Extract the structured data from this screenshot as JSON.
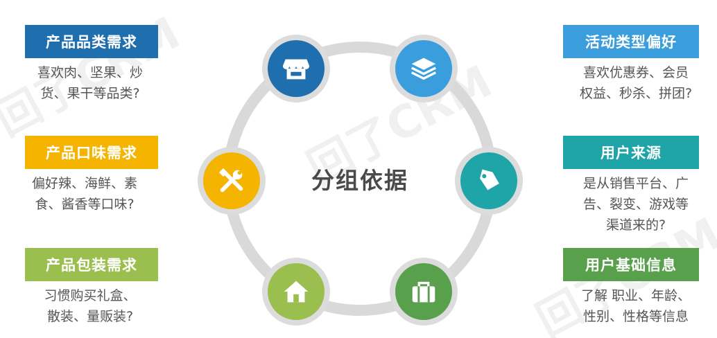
{
  "watermark": "回了CRM",
  "center": {
    "title": "分组依据"
  },
  "colors": {
    "blue_dark": "#1f6eae",
    "blue_light": "#3a9ddc",
    "yellow": "#f5b400",
    "teal": "#1fa5a8",
    "green_light": "#9bbf4e",
    "green_dark": "#59a04d",
    "ring": "#d9d9d9"
  },
  "left": [
    {
      "title": "产品品类需求",
      "lines": [
        "喜欢肉、坚果、炒",
        "货、果干等品类?"
      ]
    },
    {
      "title": "产品口味需求",
      "lines": [
        "偏好辣、海鲜、素",
        "食、酱香等口味?"
      ]
    },
    {
      "title": "产品包装需求",
      "lines": [
        "习惯购买礼盒、",
        "散装、量贩装?"
      ]
    }
  ],
  "right": [
    {
      "title": "活动类型偏好",
      "lines": [
        "喜欢优惠券、会员",
        "权益、秒杀、拼团?"
      ]
    },
    {
      "title": "用户来源",
      "lines": [
        "是从销售平台、广",
        "告、裂变、游戏等",
        "渠道来的?"
      ]
    },
    {
      "title": "用户基础信息",
      "lines": [
        "了解 职业、年龄、",
        "性别、性格等信息"
      ]
    }
  ],
  "icons": [
    "store-icon",
    "layers-icon",
    "tools-icon",
    "tag-icon",
    "home-icon",
    "bag-icon"
  ]
}
